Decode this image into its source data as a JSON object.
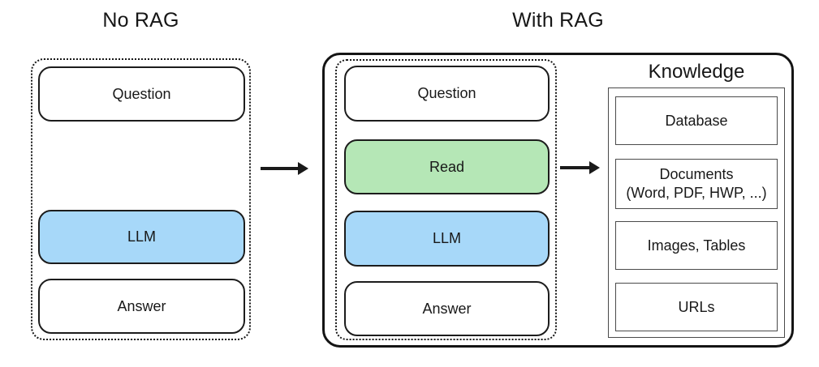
{
  "no_rag": {
    "title": "No RAG",
    "boxes": {
      "question": "Question",
      "llm": "LLM",
      "answer": "Answer"
    }
  },
  "with_rag": {
    "title": "With RAG",
    "boxes": {
      "question": "Question",
      "read": "Read",
      "llm": "LLM",
      "answer": "Answer"
    },
    "knowledge": {
      "title": "Knowledge",
      "items": {
        "database": "Database",
        "documents": "Documents",
        "documents_sub": "(Word, PDF, HWP, ...)",
        "images_tables": "Images, Tables",
        "urls": "URLs"
      }
    }
  },
  "colors": {
    "llm_fill": "#A7D8F9",
    "read_fill": "#B5E7B6",
    "line": "#1A1A1A"
  }
}
